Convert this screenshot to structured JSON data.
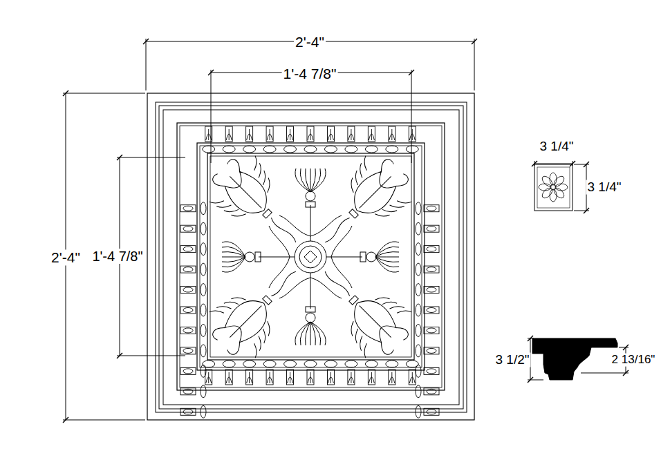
{
  "diagram": {
    "labels": [
      "2'-4\"",
      "1'-4 7/8\"",
      "2'-4\"",
      "1'-4 7/8\"",
      "3 1/4\"",
      "3 1/4\"",
      "3 1/2\"",
      "2 13/16\""
    ]
  }
}
